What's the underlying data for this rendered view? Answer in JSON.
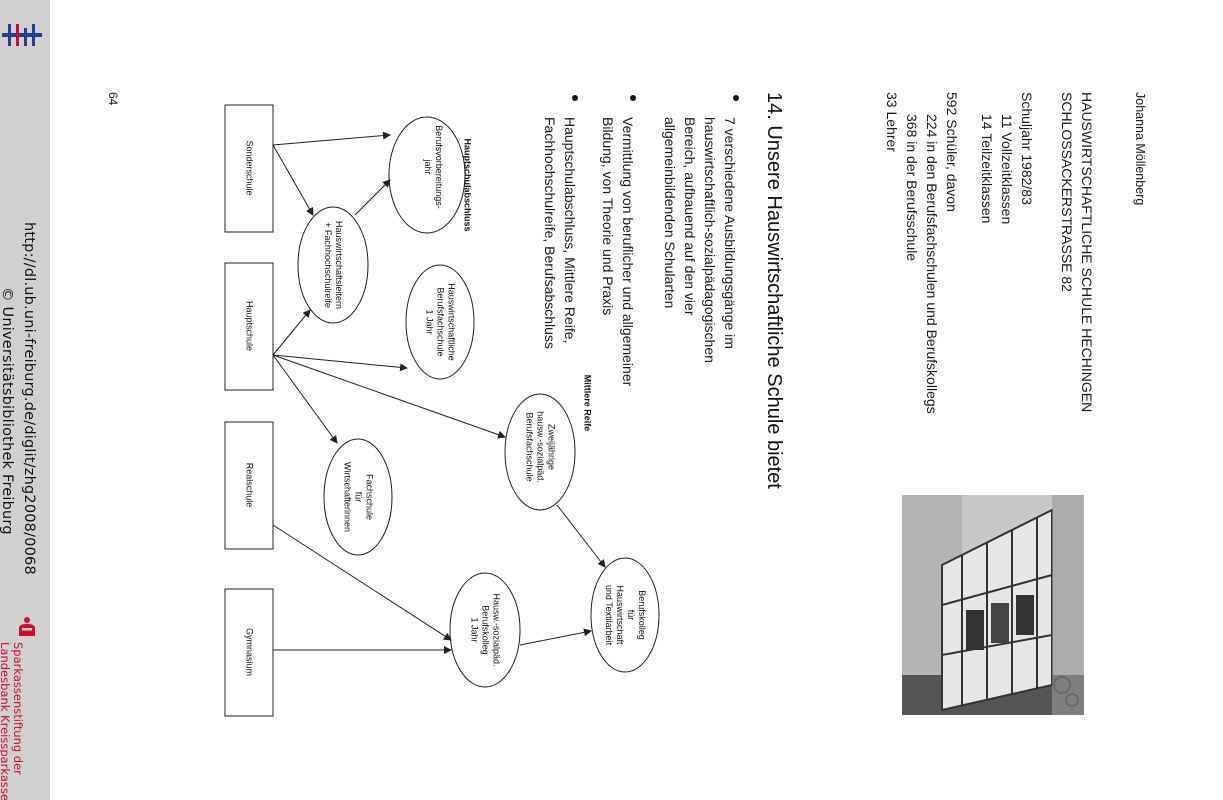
{
  "viewer": {
    "url": "http://dl.ub.uni-freiburg.de/diglit/zhg2008/0068",
    "copyright": "© Universitätsbibliothek Freiburg",
    "sponsor_line1": "Sparkassenstiftung der",
    "sponsor_line2": "Landesbank Kreissparkasse",
    "colors": {
      "strip": "#d0d0d0",
      "logo_blue": "#1f3f8f",
      "logo_red": "#c8102e",
      "sponsor_red": "#c8102e"
    }
  },
  "page": {
    "author": "Johanna Möllenberg",
    "school_line1": "HAUSWIRTSCHAFTLICHE SCHULE HECHINGEN",
    "school_line2": "SCHLOSSACKERSTRASSE 82",
    "year": "Schuljahr 1982/83",
    "classes_full": "11 Vollzeitklassen",
    "classes_part": "14 Teilzeitklassen",
    "students": "592 Schüler, davon",
    "students_vocational": "224 in den Berufsfachschulen und Berufskollegs",
    "students_berufsschule": "368 in der Berufsschule",
    "teachers": "33 Lehrer",
    "heading": "14. Unsere Hauswirtschaftliche Schule bietet",
    "bullets": [
      [
        "7 verschiedene Ausbildungsgänge im",
        "hauswirtschaftlich-sozialpädagogischen",
        "Bereich, aufbauend auf den vier",
        "allgemeinbildenden Schularten"
      ],
      [
        "Vermittlung von beruflicher und allgemeiner",
        "Bildung, von Theorie und Praxis"
      ],
      [
        "Hauptschulabschluss, Mittlere Reife,",
        "Fachhochschulreife, Berufsabschluss"
      ]
    ],
    "page_number": "64"
  },
  "diagram": {
    "label_hauptschulabschluss": "Hauptschulabschluss",
    "label_mittlere_reife": "Mittlere Reife",
    "schools": [
      "Sonderschule",
      "Hauptschule",
      "Realschule",
      "Gymnasium"
    ],
    "bvj": [
      "Berufsvorbereitungs-",
      "jahr"
    ],
    "hwl": [
      "Hauswirtschaftsleitern",
      "+ Fachhochschulreife"
    ],
    "hbfs": [
      "Hauswirtschaftliche",
      "Berufsfachschule",
      "1 Jahr"
    ],
    "fachschule": [
      "Fachschule",
      "für",
      "Wirtschafterinnen"
    ],
    "zweij": [
      "Zweijährige",
      "hausw.-sozialpäd.",
      "Berufsfachschule"
    ],
    "hsbk": [
      "Hausw.-sozialpäd.",
      "Berufskolleg",
      "1 Jahr"
    ],
    "bk": [
      "Berufskolleg",
      "für",
      "Hauswirtschaft",
      "und Textilarbeit"
    ]
  }
}
